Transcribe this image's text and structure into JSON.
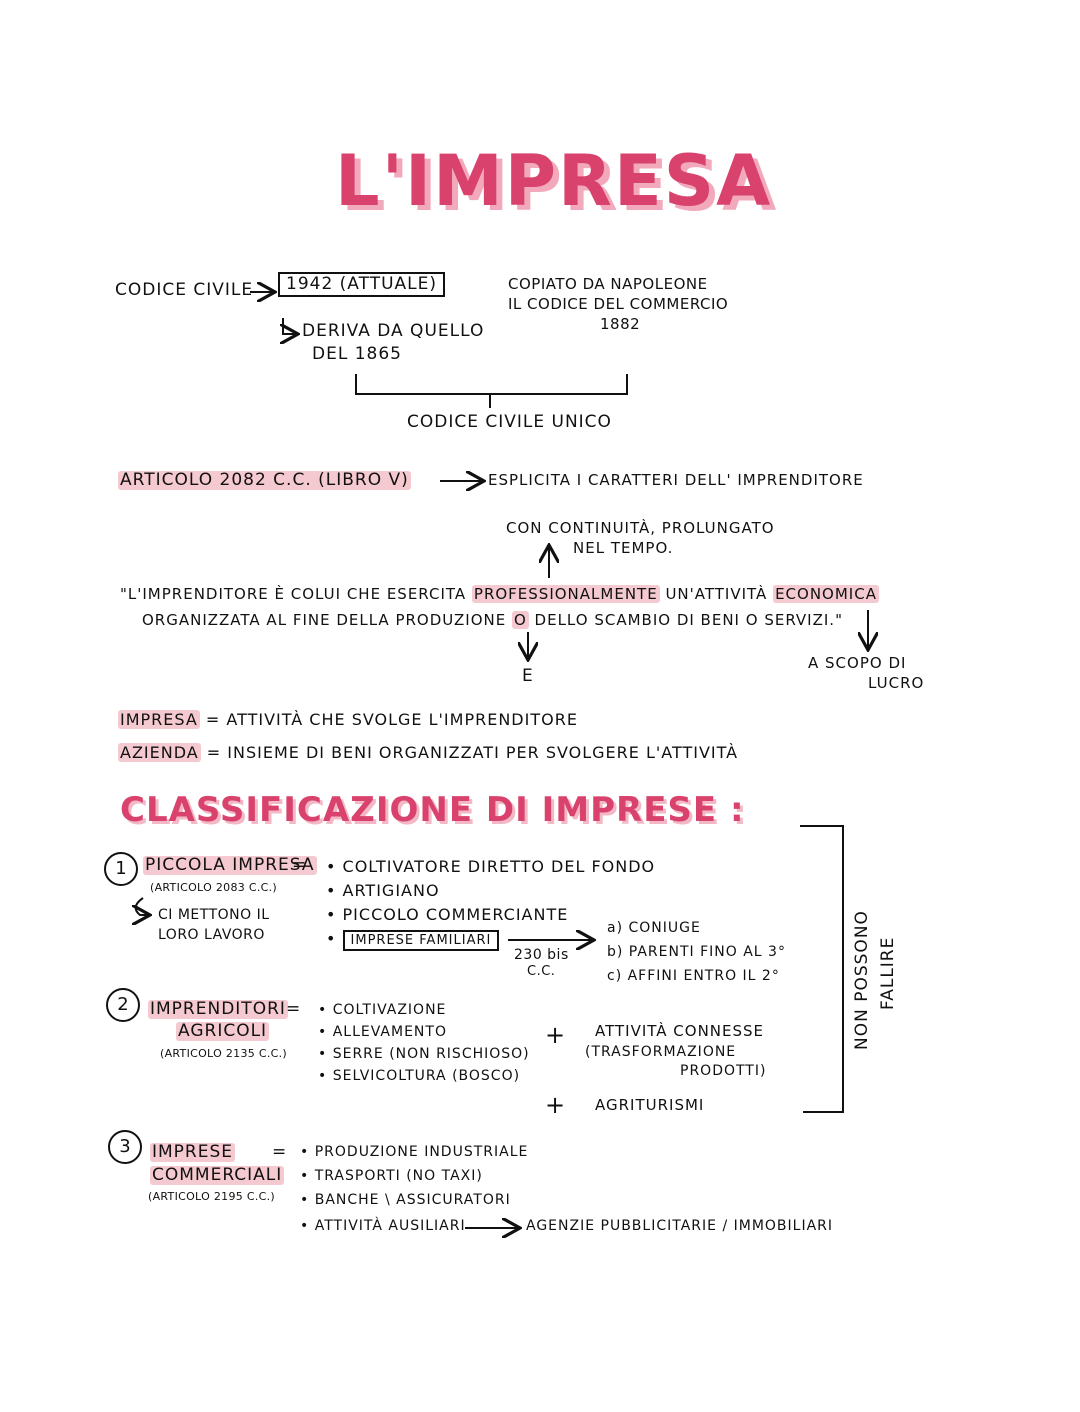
{
  "title": "L'IMPRESA",
  "codice": {
    "label": "CODICE CIVILE",
    "anno": "1942 (ATTUALE)",
    "deriva": "DERIVA DA QUELLO",
    "deriva2": "DEL 1865",
    "copiato1": "COPIATO DA NAPOLEONE",
    "copiato2": "IL CODICE DEL COMMERCIO",
    "copiato3": "1882",
    "unico": "CODICE CIVILE UNICO"
  },
  "articolo": {
    "label": "ARTICOLO 2082 C.C. (LIBRO V)",
    "esplicita": "ESPLICITA I CARATTERI DELL' IMPRENDITORE",
    "continuita1": "CON CONTINUITÀ, PROLUNGATO",
    "continuita2": "NEL TEMPO.",
    "quote_a": "\"L'IMPRENDITORE È COLUI CHE ESERCITA ",
    "quote_prof": "PROFESSIONALMENTE",
    "quote_b": " UN'ATTIVITÀ ",
    "quote_econ": "ECONOMICA",
    "quote2_a": "ORGANIZZATA AL FINE DELLA PRODUZIONE ",
    "quote2_o": "O",
    "quote2_b": " DELLO SCAMBIO DI BENI O SERVIZI.\"",
    "e": "E",
    "scopo1": "A SCOPO DI",
    "scopo2": "LUCRO"
  },
  "definizioni": {
    "impresa_term": "IMPRESA",
    "impresa_def": " = ATTIVITÀ CHE SVOLGE L'IMPRENDITORE",
    "azienda_term": "AZIENDA",
    "azienda_def": " = INSIEME DI BENI ORGANIZZATI PER SVOLGERE L'ATTIVITÀ"
  },
  "classificazione": {
    "heading": "CLASSIFICAZIONE DI IMPRESE :",
    "n1": "1",
    "piccola": "PICCOLA IMPRESA",
    "piccola_art": "(ARTICOLO 2083 C.C.)",
    "mettono1": "CI METTONO IL",
    "mettono2": "LORO LAVORO",
    "piccola_items": [
      "COLTIVATORE DIRETTO DEL FONDO",
      "ARTIGIANO",
      "PICCOLO COMMERCIANTE"
    ],
    "familiari": "IMPRESE FAMILIARI",
    "bis1": "230 bis",
    "bis2": "C.C.",
    "fam_items": [
      "a) CONIUGE",
      "b) PARENTI FINO AL 3°",
      "c) AFFINI ENTRO IL 2°"
    ],
    "n2": "2",
    "agricoli1": "IMPRENDITORI",
    "agricoli2": "AGRICOLI",
    "agricoli_art": "(ARTICOLO 2135 C.C.)",
    "agricoli_items": [
      "COLTIVAZIONE",
      "ALLEVAMENTO",
      "SERRE (NON RISCHIOSO)",
      "SELVICOLTURA (BOSCO)"
    ],
    "connesse1": "ATTIVITÀ CONNESSE",
    "connesse2": "(TRASFORMAZIONE",
    "connesse3": "PRODOTTI)",
    "agriturismi": "AGRITURISMI",
    "plus": "+",
    "non_possono1": "NON POSSONO",
    "non_possono2": "FALLIRE",
    "n3": "3",
    "commerciali1": "IMPRESE",
    "commerciali2": "COMMERCIALI",
    "commerciali_art": "(ARTICOLO 2195 C.C.)",
    "commerciali_items": [
      "PRODUZIONE INDUSTRIALE",
      "TRASPORTI (NO TAXI)",
      "BANCHE \\ ASSICURATORI",
      "ATTIVITÀ AUSILIARI"
    ],
    "agenzie": "AGENZIE PUBBLICITARIE / IMMOBILIARI"
  }
}
